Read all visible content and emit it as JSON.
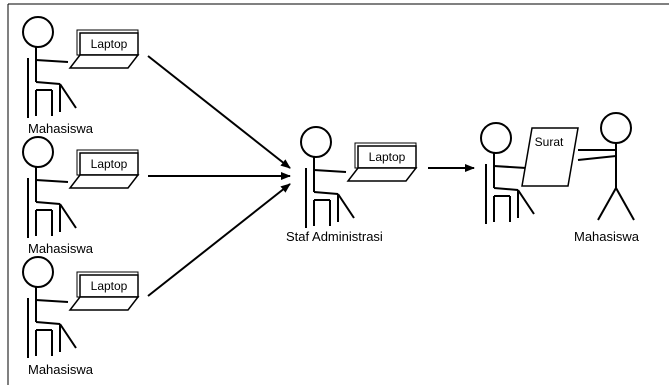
{
  "diagram": {
    "students": [
      {
        "label": "Mahasiswa",
        "laptop_label": "Laptop"
      },
      {
        "label": "Mahasiswa",
        "laptop_label": "Laptop"
      },
      {
        "label": "Mahasiswa",
        "laptop_label": "Laptop"
      }
    ],
    "admin": {
      "label": "Staf Administrasi",
      "laptop_label": "Laptop"
    },
    "letter": {
      "label": "Surat"
    },
    "receiver": {
      "label": "Mahasiswa"
    }
  }
}
